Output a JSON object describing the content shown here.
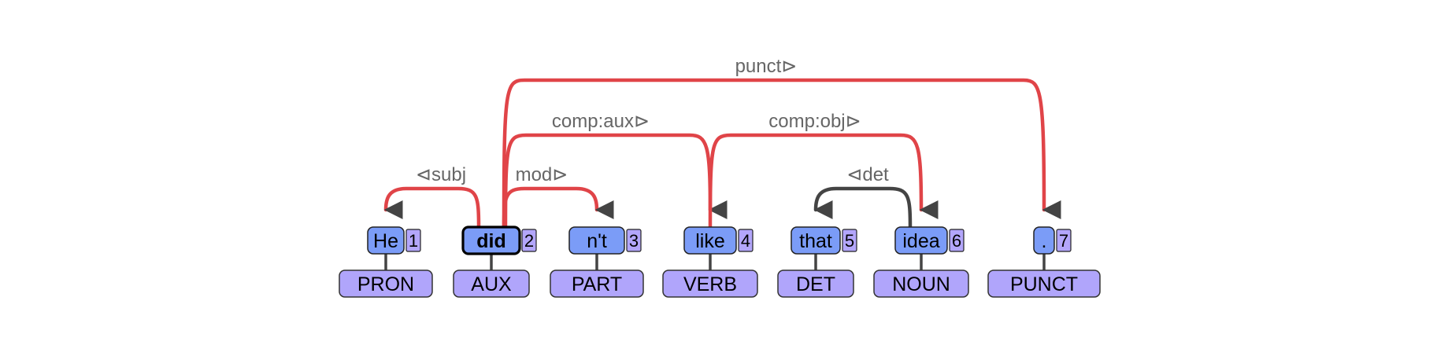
{
  "tokens": [
    {
      "index": "1",
      "word": "He",
      "pos": "PRON"
    },
    {
      "index": "2",
      "word": "did",
      "pos": "AUX",
      "root": true
    },
    {
      "index": "3",
      "word": "n't",
      "pos": "PART"
    },
    {
      "index": "4",
      "word": "like",
      "pos": "VERB"
    },
    {
      "index": "5",
      "word": "that",
      "pos": "DET"
    },
    {
      "index": "6",
      "word": "idea",
      "pos": "NOUN"
    },
    {
      "index": "7",
      "word": ".",
      "pos": "PUNCT"
    }
  ],
  "arcs": [
    {
      "from": 2,
      "to": 1,
      "label": "⊲subj",
      "color": "#e04448"
    },
    {
      "from": 2,
      "to": 3,
      "label": "mod⊳",
      "color": "#e04448"
    },
    {
      "from": 2,
      "to": 4,
      "label": "comp:aux⊳",
      "color": "#e04448"
    },
    {
      "from": 2,
      "to": 7,
      "label": "punct⊳",
      "color": "#e04448"
    },
    {
      "from": 4,
      "to": 6,
      "label": "comp:obj⊳",
      "color": "#e04448"
    },
    {
      "from": 6,
      "to": 5,
      "label": "⊲det",
      "color": "#444444"
    }
  ],
  "colors": {
    "word_fill": "#7b9cf7",
    "pos_fill": "#b0a5fb",
    "arrowhead": "#444444"
  }
}
